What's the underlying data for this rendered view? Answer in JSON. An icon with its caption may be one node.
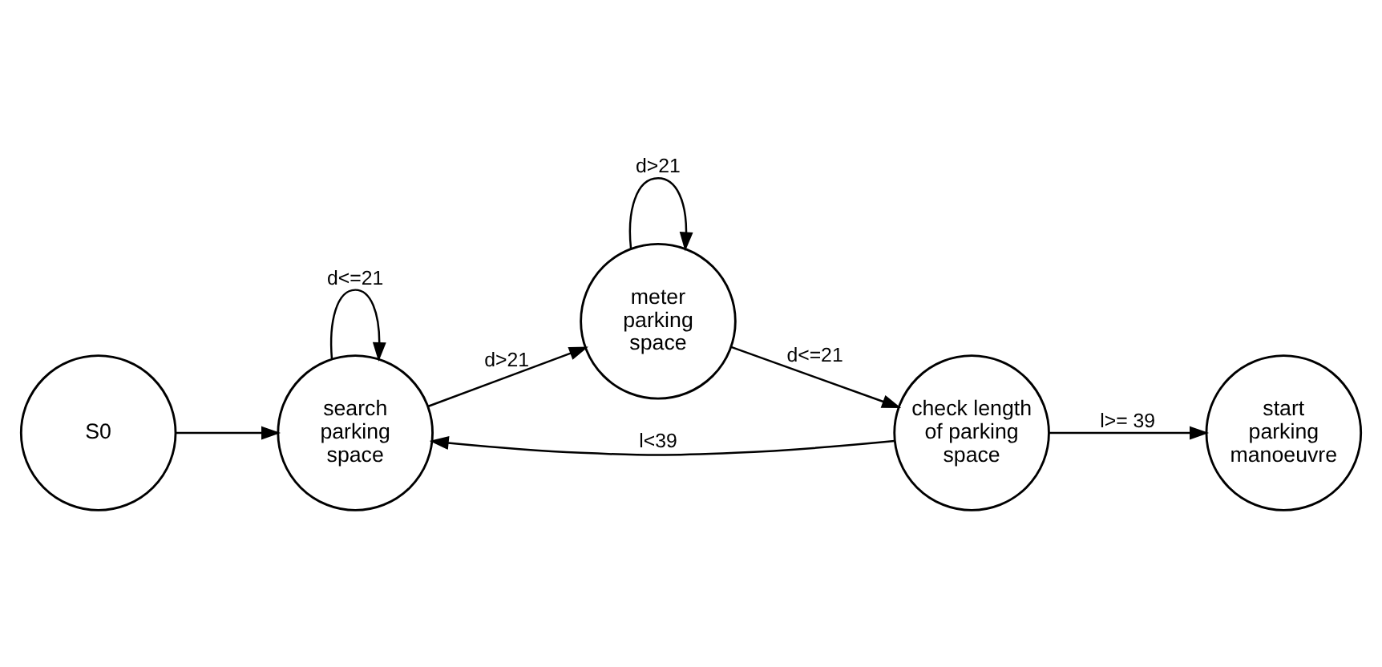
{
  "diagram": {
    "nodes": [
      {
        "text": [
          "S0"
        ]
      },
      {
        "text": [
          "search parking space"
        ]
      },
      {
        "text": [
          "meter parking space"
        ]
      },
      {
        "text": [
          "check length of parking space"
        ]
      },
      {
        "text": [
          "start parking manoeuvre"
        ]
      }
    ],
    "edges": [
      {
        "from": 0,
        "to": 1,
        "arrow": "to"
      },
      {
        "from": 1,
        "to": 1,
        "arrow": "to",
        "label": "d<=21"
      },
      {
        "from": 1,
        "to": 2,
        "arrow": "to",
        "label": "d>21"
      },
      {
        "from": 2,
        "to": 2,
        "arrow": "to",
        "label": "d>21"
      },
      {
        "from": 2,
        "to": 3,
        "arrow": "to",
        "label": "d<=21"
      },
      {
        "from": 3,
        "to": 1,
        "arrow": "to",
        "label": "l<39"
      },
      {
        "from": 3,
        "to": 4,
        "arrow": "to",
        "label": "l>= 39"
      }
    ]
  }
}
